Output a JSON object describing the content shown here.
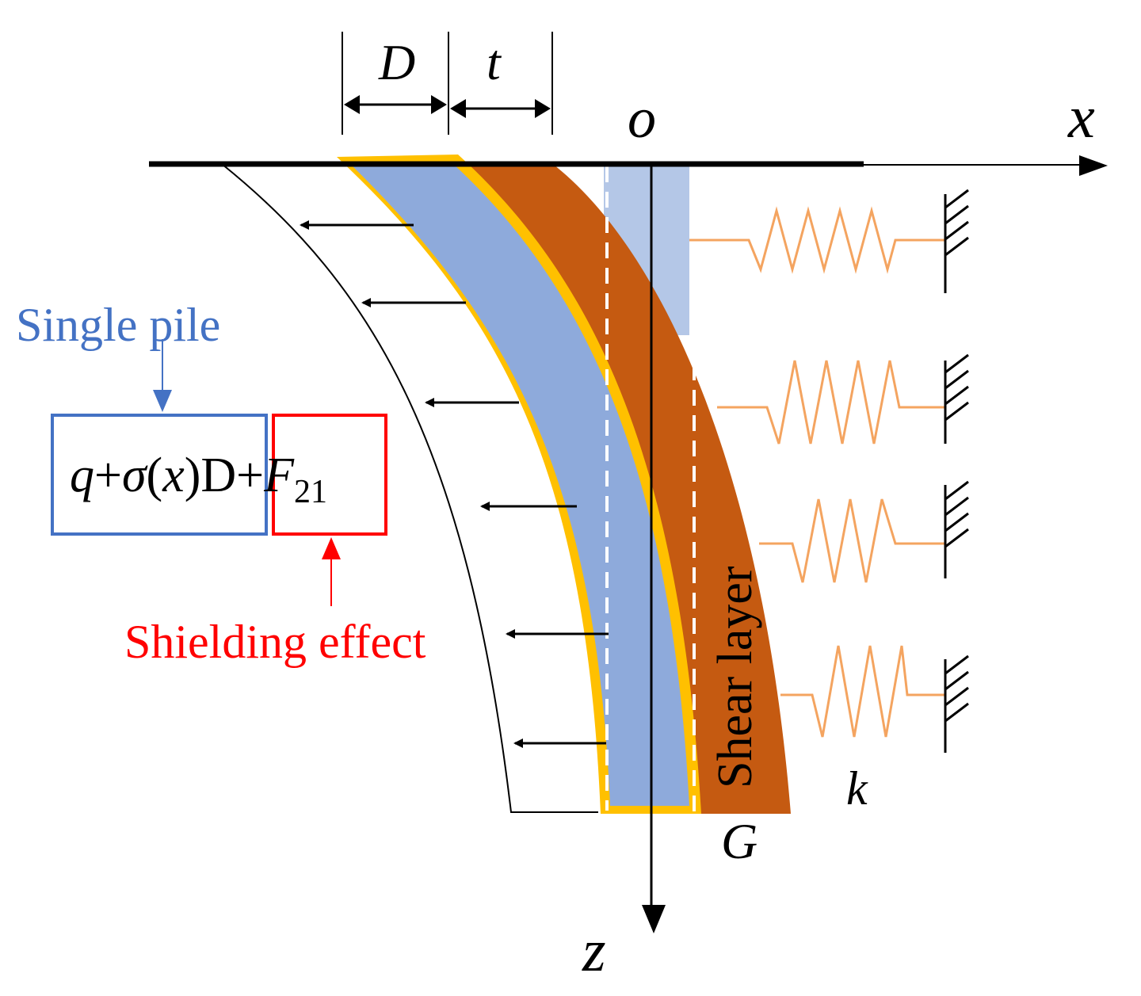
{
  "labels": {
    "D": "D",
    "t": "t",
    "o": "o",
    "x": "x",
    "z": "z",
    "G": "G",
    "k": "k",
    "shear_layer": "Shear layer",
    "single_pile": "Single pile",
    "shielding_effect": "Shielding effect",
    "formula_q": "q",
    "formula_plus1": "+",
    "formula_sigma": "σ",
    "formula_paren_open": "(",
    "formula_x": "x",
    "formula_paren_close": ")",
    "formula_D": "D",
    "formula_plus2": "+",
    "formula_F": "F",
    "formula_sub": "21"
  },
  "colors": {
    "pile": "#8eaadb",
    "pile_original": "#b4c7e7",
    "pile_outline": "#ffc000",
    "shear_layer": "#c55a11",
    "spring": "#f4a460",
    "single_pile_box": "#4472c4",
    "shielding_box": "#ff0000",
    "axis": "#000000"
  }
}
